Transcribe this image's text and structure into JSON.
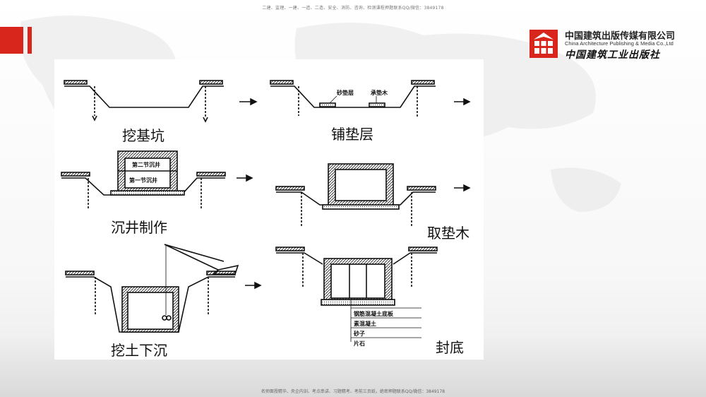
{
  "header_note": "二建、监理、一建、一造、二造、安全、消防、咨询、检测课程押题联系QQ/微信：3849178",
  "footer_note": "名师面授精华、央企内训、考点串讲、习题精考、考前三页纸，绝密押题联系QQ/微信：3849178",
  "publisher": {
    "name_cn": "中国建筑出版传媒有限公司",
    "name_en": "China Architecture Publishing & Media Co.,Ltd",
    "name_calligraphy": "中国建筑工业出版社"
  },
  "steps": [
    {
      "caption": "挖基坑"
    },
    {
      "caption": "铺垫层",
      "labels": [
        "砂垫层",
        "承垫木"
      ]
    },
    {
      "caption": "沉井制作",
      "labels": [
        "第二节沉井",
        "第一节沉井"
      ]
    },
    {
      "caption": "取垫木"
    },
    {
      "caption": "挖土下沉"
    },
    {
      "caption": "封底",
      "legend": [
        "钢筋混凝土底板",
        "素混凝土",
        "砂子",
        "片石"
      ]
    }
  ],
  "colors": {
    "accent_red": "#d9261c"
  }
}
